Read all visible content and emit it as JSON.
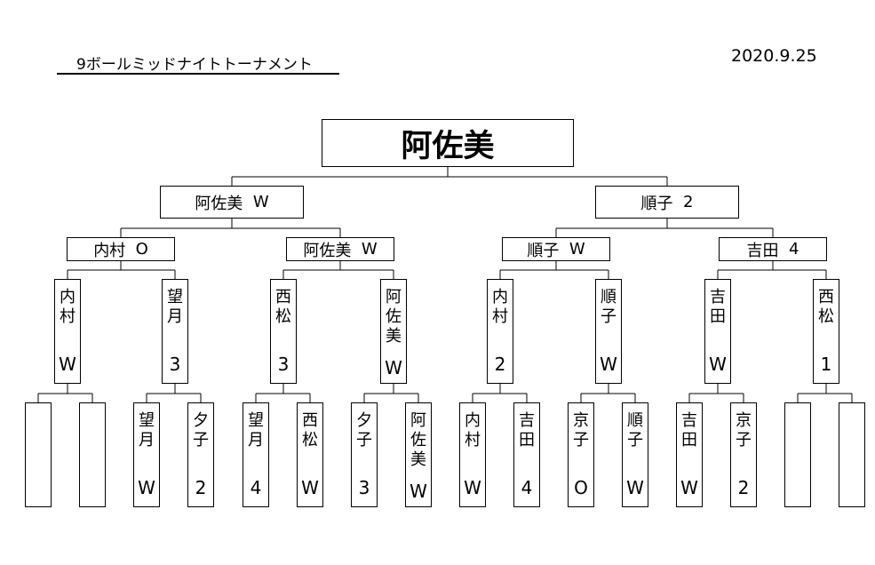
{
  "header": {
    "title": "9ボールミッドナイトトーナメント",
    "date": "2020.9.25"
  },
  "champion": "阿佐美",
  "semifinal": {
    "left": {
      "name": "阿佐美",
      "result": "W"
    },
    "right": {
      "name": "順子",
      "result": "2"
    }
  },
  "quarterfinal": [
    {
      "name": "内村",
      "result": "O"
    },
    {
      "name": "阿佐美",
      "result": "W"
    },
    {
      "name": "順子",
      "result": "W"
    },
    {
      "name": "吉田",
      "result": "4"
    }
  ],
  "round2": [
    {
      "name": "内村",
      "result": "W"
    },
    {
      "name": "望月",
      "result": "3"
    },
    {
      "name": "西松",
      "result": "3"
    },
    {
      "name": "阿佐美",
      "result": "W"
    },
    {
      "name": "内村",
      "result": "2"
    },
    {
      "name": "順子",
      "result": "W"
    },
    {
      "name": "吉田",
      "result": "W"
    },
    {
      "name": "西松",
      "result": "1"
    }
  ],
  "round1": [
    {
      "name": "",
      "result": ""
    },
    {
      "name": "",
      "result": ""
    },
    {
      "name": "望月",
      "result": "W"
    },
    {
      "name": "夕子",
      "result": "2"
    },
    {
      "name": "望月",
      "result": "4"
    },
    {
      "name": "西松",
      "result": "W"
    },
    {
      "name": "夕子",
      "result": "3"
    },
    {
      "name": "阿佐美",
      "result": "W"
    },
    {
      "name": "内村",
      "result": "W"
    },
    {
      "name": "吉田",
      "result": "4"
    },
    {
      "name": "京子",
      "result": "O"
    },
    {
      "name": "順子",
      "result": "W"
    },
    {
      "name": "吉田",
      "result": "W"
    },
    {
      "name": "京子",
      "result": "2"
    },
    {
      "name": "",
      "result": ""
    },
    {
      "name": "",
      "result": ""
    }
  ]
}
